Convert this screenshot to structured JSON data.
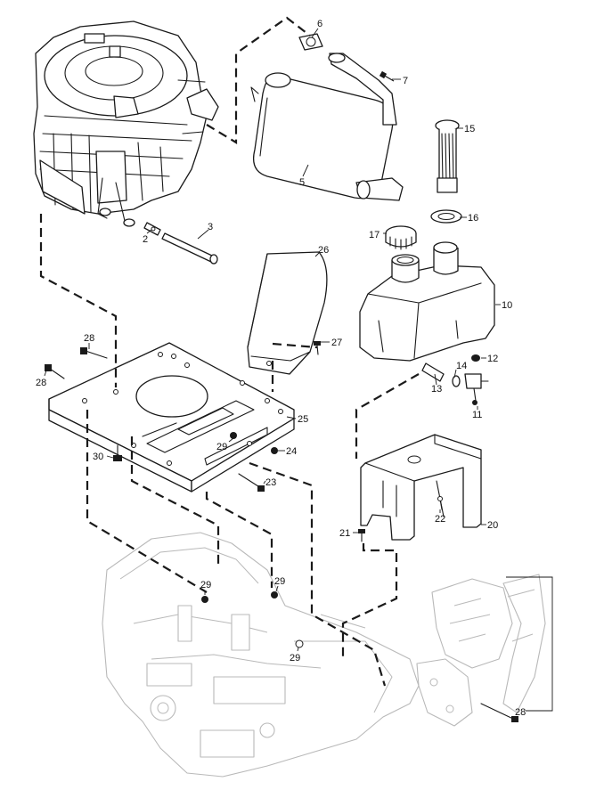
{
  "diagram": {
    "callouts": [
      {
        "id": "6",
        "label": "6"
      },
      {
        "id": "7",
        "label": "7"
      },
      {
        "id": "5",
        "label": "5"
      },
      {
        "id": "15",
        "label": "15"
      },
      {
        "id": "16",
        "label": "16"
      },
      {
        "id": "17",
        "label": "17"
      },
      {
        "id": "3",
        "label": "3"
      },
      {
        "id": "2",
        "label": "2"
      },
      {
        "id": "26",
        "label": "26"
      },
      {
        "id": "10",
        "label": "10"
      },
      {
        "id": "27",
        "label": "27"
      },
      {
        "id": "12",
        "label": "12"
      },
      {
        "id": "28a",
        "label": "28"
      },
      {
        "id": "28b",
        "label": "28"
      },
      {
        "id": "14",
        "label": "14"
      },
      {
        "id": "13",
        "label": "13"
      },
      {
        "id": "11",
        "label": "11"
      },
      {
        "id": "25",
        "label": "25"
      },
      {
        "id": "29a",
        "label": "29"
      },
      {
        "id": "24",
        "label": "24"
      },
      {
        "id": "30",
        "label": "30"
      },
      {
        "id": "23",
        "label": "23"
      },
      {
        "id": "22",
        "label": "22"
      },
      {
        "id": "20",
        "label": "20"
      },
      {
        "id": "21",
        "label": "21"
      },
      {
        "id": "29b",
        "label": "29"
      },
      {
        "id": "29c",
        "label": "29"
      },
      {
        "id": "29d",
        "label": "29"
      },
      {
        "id": "28c",
        "label": "28"
      }
    ]
  }
}
